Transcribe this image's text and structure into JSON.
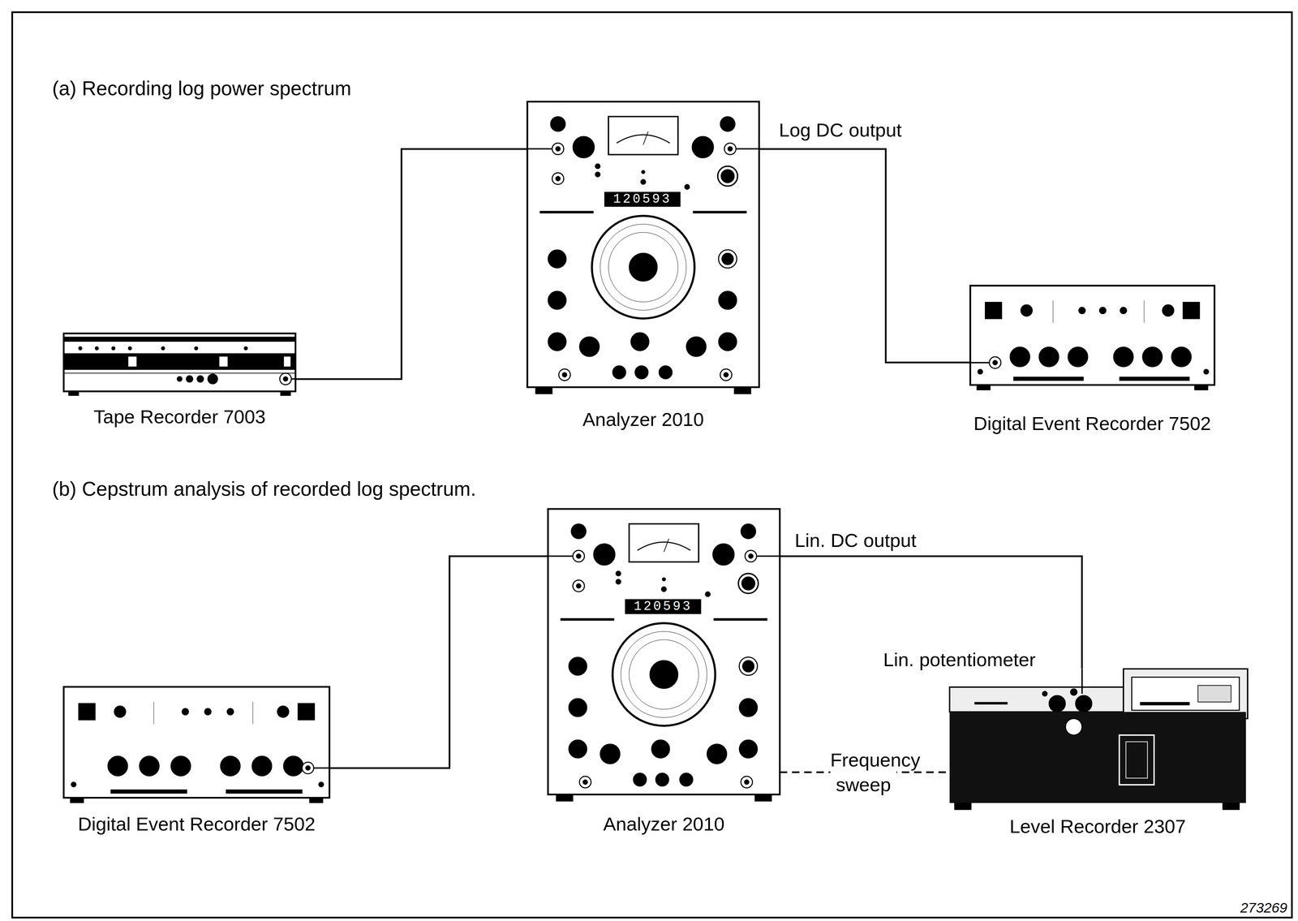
{
  "diagram": {
    "nodes": [
      {
        "text": [
          "Tape Recorder 7003"
        ]
      },
      {
        "text": [
          "Analyzer 2010"
        ]
      },
      {
        "text": [
          "Digital Event Recorder 7502"
        ]
      },
      {
        "text": [
          "Digital Event Recorder 7502"
        ]
      },
      {
        "text": [
          "Analyzer 2010"
        ]
      },
      {
        "text": [
          "Level Recorder 2307"
        ]
      }
    ],
    "edges": [
      {
        "from": 0,
        "to": 1,
        "arrow": "none"
      },
      {
        "from": 1,
        "to": 2,
        "label": "Log DC output",
        "arrow": "none"
      },
      {
        "from": 3,
        "to": 4,
        "arrow": "none"
      },
      {
        "from": 4,
        "to": 5,
        "label": "Lin. DC output",
        "arrow": "none"
      },
      {
        "from": 4,
        "to": 5,
        "label": "Frequency sweep",
        "arrow": "none"
      }
    ],
    "labels": [
      "(a) Recording log power spectrum",
      "120593",
      "(b) Cepstrum analysis of recorded log spectrum.",
      "120593",
      "Lin. potentiometer",
      "273269"
    ]
  }
}
